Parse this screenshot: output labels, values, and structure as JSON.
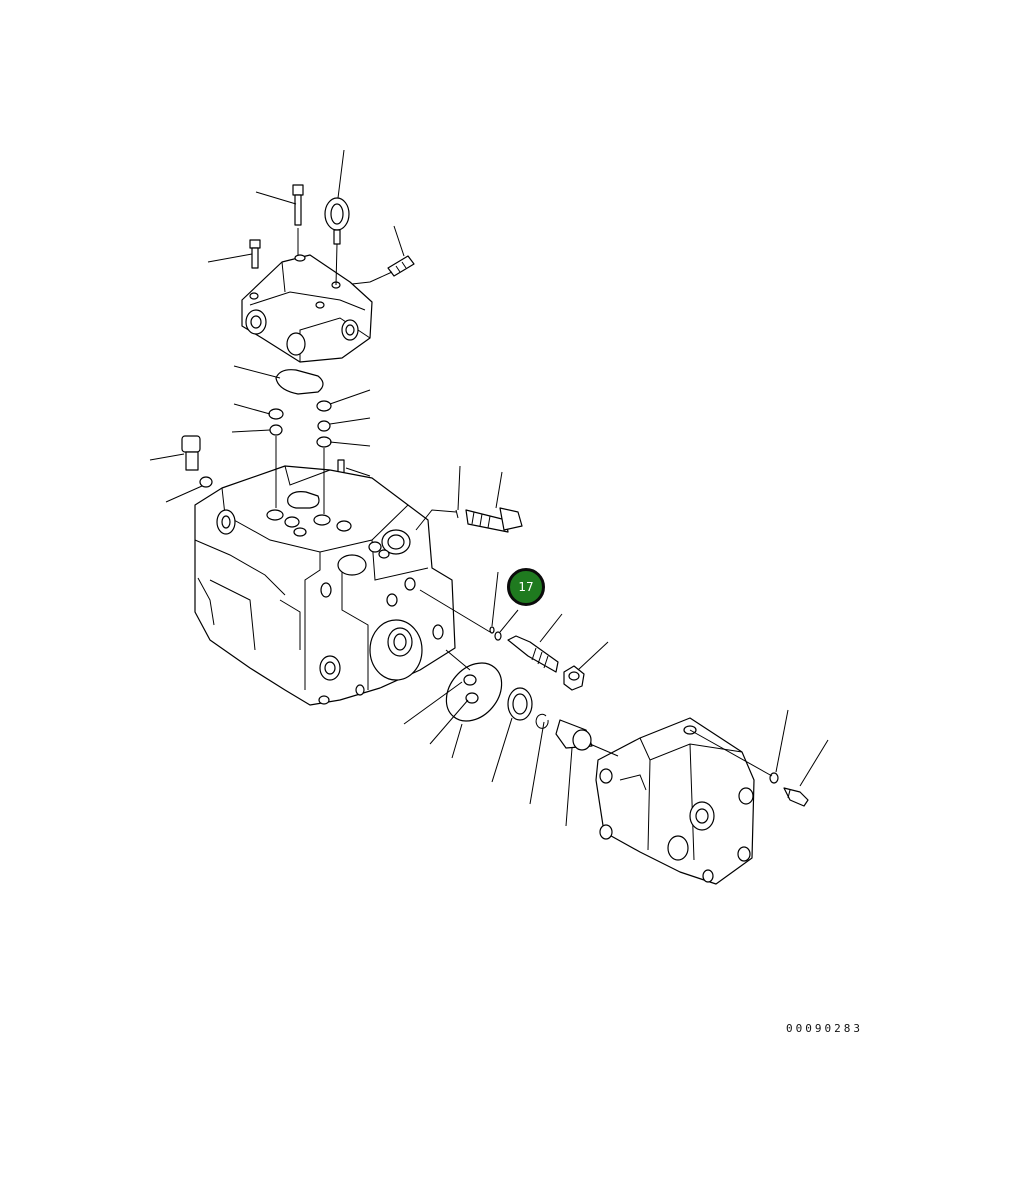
{
  "callouts": [
    {
      "id": "callout-17",
      "label": "17",
      "color": "#1f7a1f"
    }
  ],
  "drawing_number": "00090283"
}
